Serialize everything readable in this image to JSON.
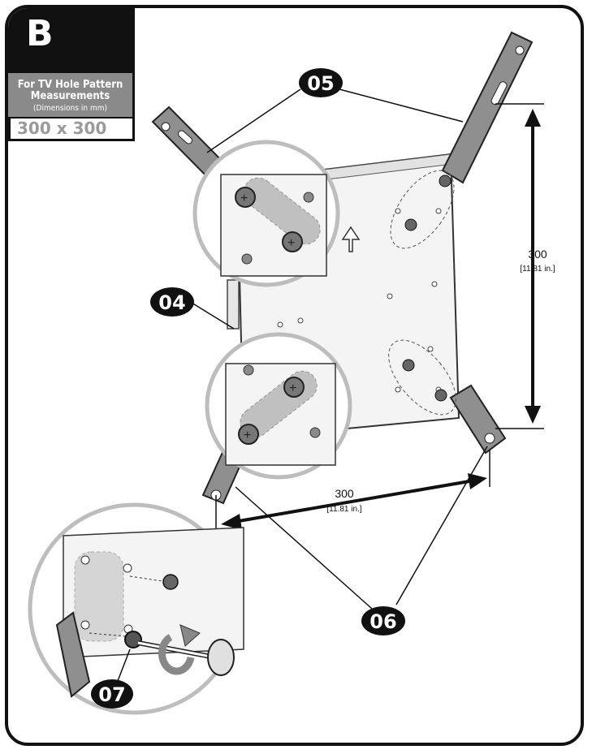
{
  "step": {
    "letter": "B"
  },
  "info": {
    "title_line1": "For TV Hole Pattern",
    "title_line2": "Measurements",
    "subtitle": "(Dimensions in mm)",
    "value": "300 x 300"
  },
  "callouts": {
    "c05": "05",
    "c04": "04",
    "c06": "06",
    "c07": "07"
  },
  "dimensions": {
    "vertical": {
      "value": "300",
      "imperial": "[11.81 in.]"
    },
    "horizontal": {
      "value": "300",
      "imperial": "[11.81 in.]"
    }
  },
  "colors": {
    "frame": "#111111",
    "plate": "#f2f2f2",
    "arm": "#8f8f8f",
    "circle": "#bdbdbd",
    "header_gray": "#8a8a8a"
  }
}
